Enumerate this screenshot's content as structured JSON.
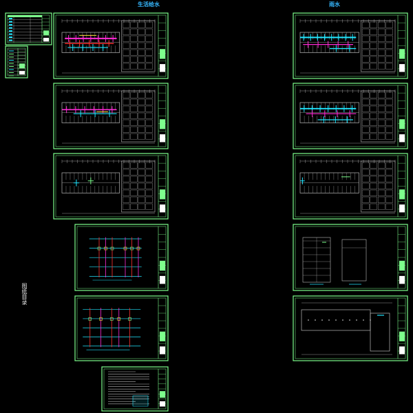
{
  "canvas": {
    "background": "#000000"
  },
  "headers": {
    "left": "生活给水",
    "right": "雨水"
  },
  "side_label": "图纸目录",
  "colors": {
    "sheet_border": "#7dff8c",
    "title_block": "#7dff8c",
    "plan_lines": "#b9b9b9",
    "pipe_magenta": "#ff2bd6",
    "pipe_cyan": "#20e6ff",
    "pipe_red": "#ff3030",
    "pipe_yellow": "#ffe23a",
    "header_text": "#36b8ff"
  },
  "sheets": [
    {
      "id": "index-table",
      "kind": "table"
    },
    {
      "id": "legend-table",
      "kind": "table"
    },
    {
      "id": "left-plan-1",
      "kind": "floor-plan"
    },
    {
      "id": "left-plan-2",
      "kind": "floor-plan"
    },
    {
      "id": "left-plan-3",
      "kind": "floor-plan"
    },
    {
      "id": "left-system-1",
      "kind": "system-diagram"
    },
    {
      "id": "left-system-2",
      "kind": "system-diagram"
    },
    {
      "id": "left-notes",
      "kind": "notes"
    },
    {
      "id": "right-plan-1",
      "kind": "floor-plan"
    },
    {
      "id": "right-plan-2",
      "kind": "floor-plan"
    },
    {
      "id": "right-plan-3",
      "kind": "floor-plan"
    },
    {
      "id": "right-detail",
      "kind": "detail-plan"
    },
    {
      "id": "right-roof",
      "kind": "roof-plan"
    }
  ]
}
